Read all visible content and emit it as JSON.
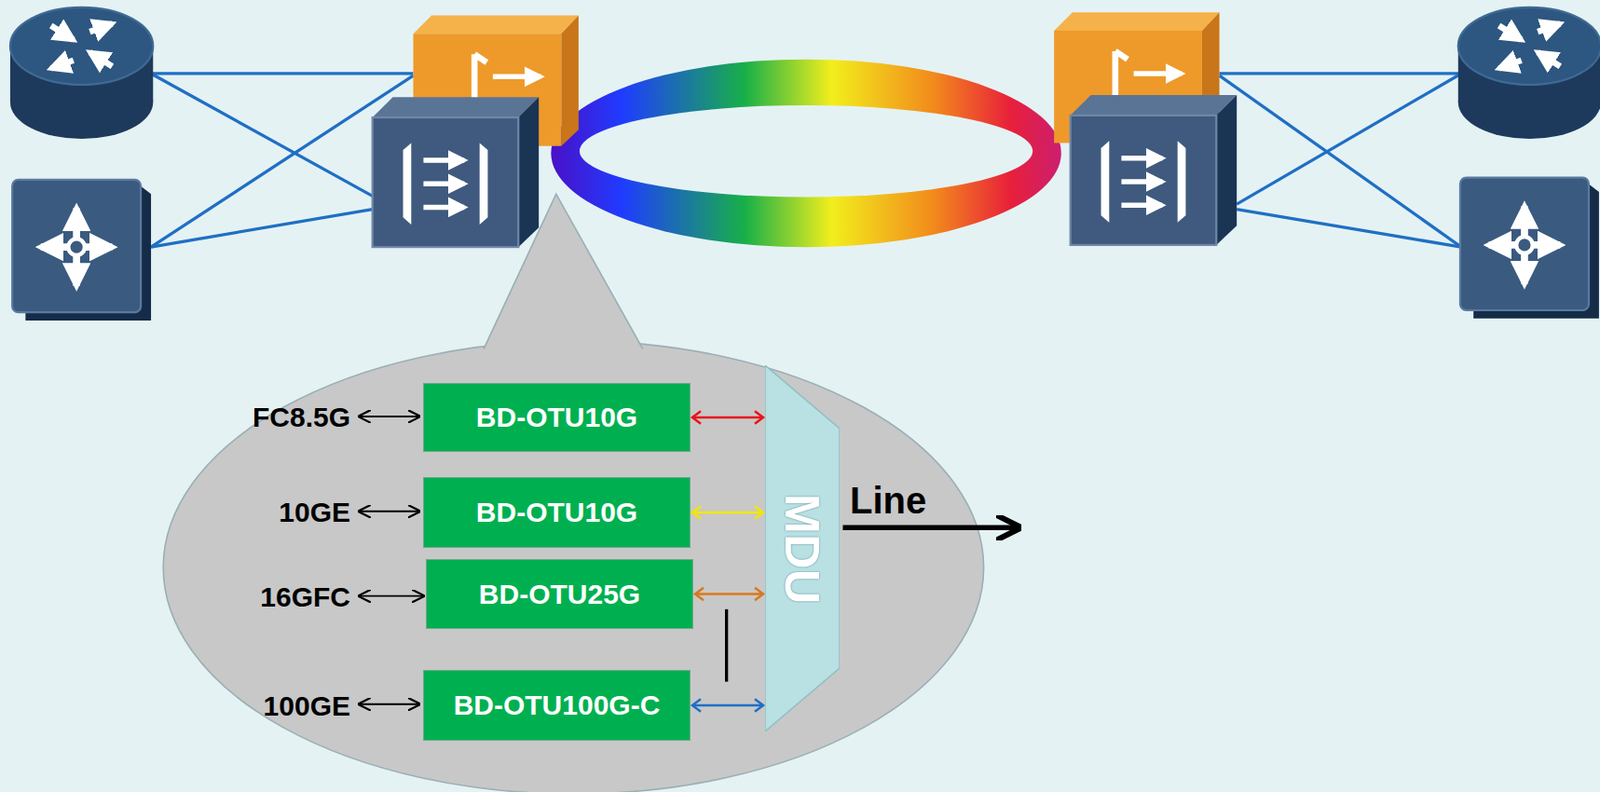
{
  "diagram": {
    "nodes": [
      {
        "text": [
          "BD-OTU10G"
        ]
      },
      {
        "text": [
          "BD-OTU10G"
        ]
      },
      {
        "text": [
          "BD-OTU25G"
        ]
      },
      {
        "text": [
          "BD-OTU100G-C"
        ]
      },
      {
        "text": [
          "MDU"
        ]
      }
    ],
    "edges": [
      {
        "from": 0,
        "to": 4,
        "arrow": "both"
      },
      {
        "from": 1,
        "to": 4,
        "arrow": "both"
      },
      {
        "from": 2,
        "to": 4,
        "arrow": "both"
      },
      {
        "from": 3,
        "to": 4,
        "arrow": "both"
      }
    ],
    "labels": [
      "FC8.5G",
      "10GE",
      "16GFC",
      "100GE",
      "Line"
    ]
  }
}
